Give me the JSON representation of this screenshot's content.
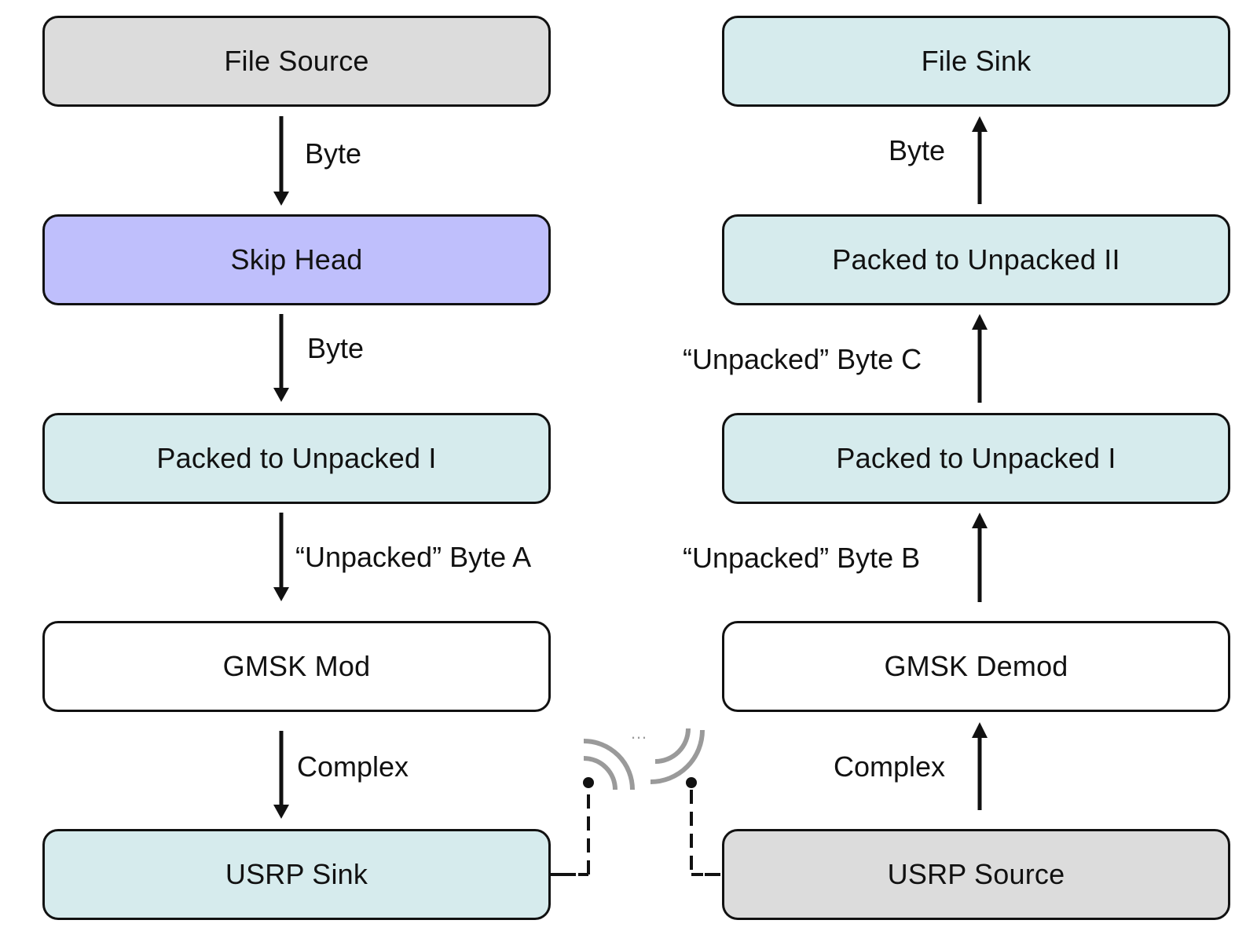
{
  "colors": {
    "gray": "#dcdcdc",
    "purple": "#bfbffc",
    "light_cyan": "#d6ebed",
    "white": "#ffffff",
    "stroke": "#111111",
    "wave": "#9a9a9a"
  },
  "left_chain": {
    "nodes": [
      {
        "label": "File Source",
        "color": "gray"
      },
      {
        "label": "Skip Head",
        "color": "purple"
      },
      {
        "label": "Packed to Unpacked I",
        "color": "light_cyan"
      },
      {
        "label": "GMSK Mod",
        "color": "white"
      },
      {
        "label": "USRP Sink",
        "color": "light_cyan"
      }
    ],
    "edges": [
      {
        "label": "Byte",
        "direction": "down"
      },
      {
        "label": "Byte",
        "direction": "down"
      },
      {
        "label": "“Unpacked” Byte A",
        "direction": "down"
      },
      {
        "label": "Complex",
        "direction": "down"
      }
    ]
  },
  "right_chain": {
    "nodes": [
      {
        "label": "File Sink",
        "color": "light_cyan"
      },
      {
        "label": "Packed to Unpacked II",
        "color": "light_cyan"
      },
      {
        "label": "Packed to Unpacked I",
        "color": "light_cyan"
      },
      {
        "label": "GMSK Demod",
        "color": "white"
      },
      {
        "label": "USRP Source",
        "color": "gray"
      }
    ],
    "edges": [
      {
        "label": "Byte",
        "direction": "up"
      },
      {
        "label": "“Unpacked” Byte C",
        "direction": "up"
      },
      {
        "label": "“Unpacked” Byte B",
        "direction": "up"
      },
      {
        "label": "Complex",
        "direction": "up"
      }
    ]
  },
  "wireless_link": {
    "gap_symbol": "…",
    "left_antenna": "antenna-icon",
    "right_antenna": "antenna-icon"
  }
}
